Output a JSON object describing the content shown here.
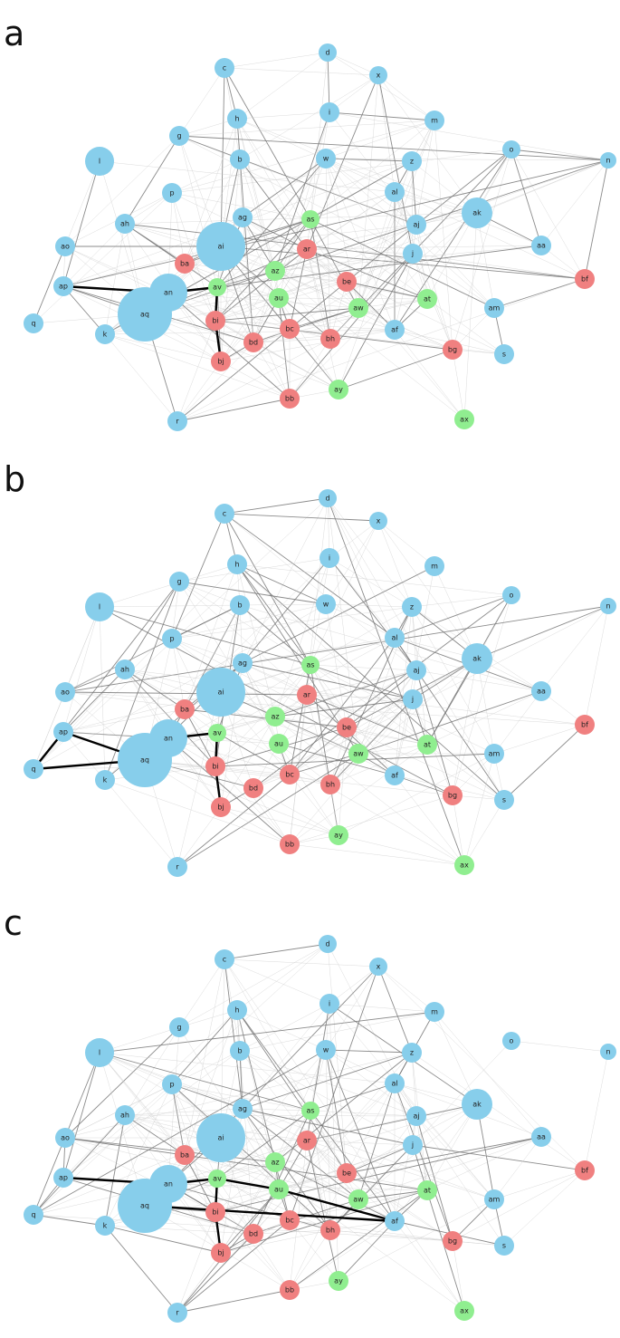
{
  "figure": {
    "panels": [
      {
        "label": "a",
        "highlight": [
          [
            "an",
            "av"
          ],
          [
            "ap",
            "an"
          ],
          [
            "av",
            "bi"
          ],
          [
            "bi",
            "bj"
          ]
        ]
      },
      {
        "label": "b",
        "highlight": [
          [
            "q",
            "ap"
          ],
          [
            "ap",
            "aq"
          ],
          [
            "q",
            "aq"
          ],
          [
            "aq",
            "an"
          ],
          [
            "an",
            "av"
          ],
          [
            "av",
            "bi"
          ],
          [
            "bi",
            "bj"
          ]
        ]
      },
      {
        "label": "c",
        "highlight": [
          [
            "ap",
            "an"
          ],
          [
            "an",
            "av"
          ],
          [
            "av",
            "au"
          ],
          [
            "au",
            "af"
          ],
          [
            "aq",
            "af"
          ],
          [
            "av",
            "bi"
          ],
          [
            "bi",
            "bj"
          ]
        ]
      }
    ],
    "colors": {
      "blue": "#87CEEB",
      "red": "#F08080",
      "green": "#90EE90",
      "edge": "#777777",
      "edge_faint": "#cccccc",
      "highlight": "#000000"
    },
    "nodes": [
      {
        "id": "d",
        "group": "blue"
      },
      {
        "id": "c",
        "group": "blue"
      },
      {
        "id": "x",
        "group": "blue"
      },
      {
        "id": "h",
        "group": "blue"
      },
      {
        "id": "i",
        "group": "blue"
      },
      {
        "id": "m",
        "group": "blue"
      },
      {
        "id": "g",
        "group": "blue"
      },
      {
        "id": "o",
        "group": "blue"
      },
      {
        "id": "l",
        "group": "blue"
      },
      {
        "id": "b",
        "group": "blue"
      },
      {
        "id": "w",
        "group": "blue"
      },
      {
        "id": "z",
        "group": "blue"
      },
      {
        "id": "n",
        "group": "blue"
      },
      {
        "id": "p",
        "group": "blue"
      },
      {
        "id": "al",
        "group": "blue"
      },
      {
        "id": "ak",
        "group": "blue"
      },
      {
        "id": "ah",
        "group": "blue"
      },
      {
        "id": "ag",
        "group": "blue"
      },
      {
        "id": "as",
        "group": "green"
      },
      {
        "id": "aj",
        "group": "blue"
      },
      {
        "id": "ao",
        "group": "blue"
      },
      {
        "id": "ai",
        "group": "blue"
      },
      {
        "id": "ar",
        "group": "red"
      },
      {
        "id": "j",
        "group": "blue"
      },
      {
        "id": "aa",
        "group": "blue"
      },
      {
        "id": "ba",
        "group": "red"
      },
      {
        "id": "az",
        "group": "green"
      },
      {
        "id": "bf",
        "group": "red"
      },
      {
        "id": "ap",
        "group": "blue"
      },
      {
        "id": "an",
        "group": "blue"
      },
      {
        "id": "av",
        "group": "green"
      },
      {
        "id": "be",
        "group": "red"
      },
      {
        "id": "au",
        "group": "green"
      },
      {
        "id": "at",
        "group": "green"
      },
      {
        "id": "aw",
        "group": "green"
      },
      {
        "id": "am",
        "group": "blue"
      },
      {
        "id": "aq",
        "group": "blue"
      },
      {
        "id": "q",
        "group": "blue"
      },
      {
        "id": "bi",
        "group": "red"
      },
      {
        "id": "bc",
        "group": "red"
      },
      {
        "id": "af",
        "group": "blue"
      },
      {
        "id": "k",
        "group": "blue"
      },
      {
        "id": "bh",
        "group": "red"
      },
      {
        "id": "bd",
        "group": "red"
      },
      {
        "id": "bg",
        "group": "red"
      },
      {
        "id": "s",
        "group": "blue"
      },
      {
        "id": "bj",
        "group": "red"
      },
      {
        "id": "ay",
        "group": "green"
      },
      {
        "id": "bb",
        "group": "red"
      },
      {
        "id": "r",
        "group": "blue"
      },
      {
        "id": "ax",
        "group": "green"
      }
    ]
  }
}
